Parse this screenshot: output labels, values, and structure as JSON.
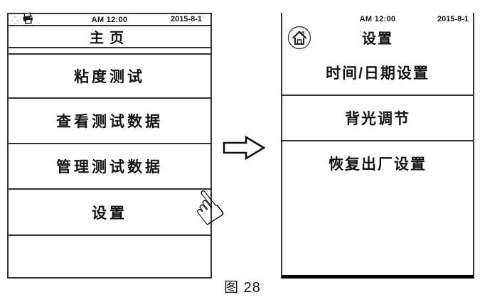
{
  "figure_caption": "图 28",
  "left_screen": {
    "status_bar": {
      "time": "AM 12:00",
      "date": "2015-8-1",
      "icons": [
        {
          "name": "status-dots-icon"
        },
        {
          "name": "printer-icon"
        }
      ]
    },
    "menu_items": [
      {
        "label": "主页"
      },
      {
        "label": "粘度测试"
      },
      {
        "label": "查看测试数据"
      },
      {
        "label": "管理测试数据"
      },
      {
        "label": "设置"
      }
    ]
  },
  "transition": {
    "arrow_icon": "right-block-arrow-icon",
    "tap_hand_icon": {
      "name": "tap-hand-icon",
      "glyph": "☝"
    },
    "tapped_item": "设置"
  },
  "right_screen": {
    "status_bar": {
      "time": "AM 12:00",
      "date": "2015-8-1"
    },
    "home_icon": "home-icon",
    "title": "设置",
    "menu_items": [
      {
        "label": "时间/日期设置"
      },
      {
        "label": "背光调节"
      },
      {
        "label": "恢复出厂设置"
      }
    ]
  },
  "colors": {
    "background": "#ffffff",
    "text": "#111111",
    "border": "#333333",
    "thick_bottom_border": "#000000",
    "faint_icon": "#bdbdbd"
  }
}
